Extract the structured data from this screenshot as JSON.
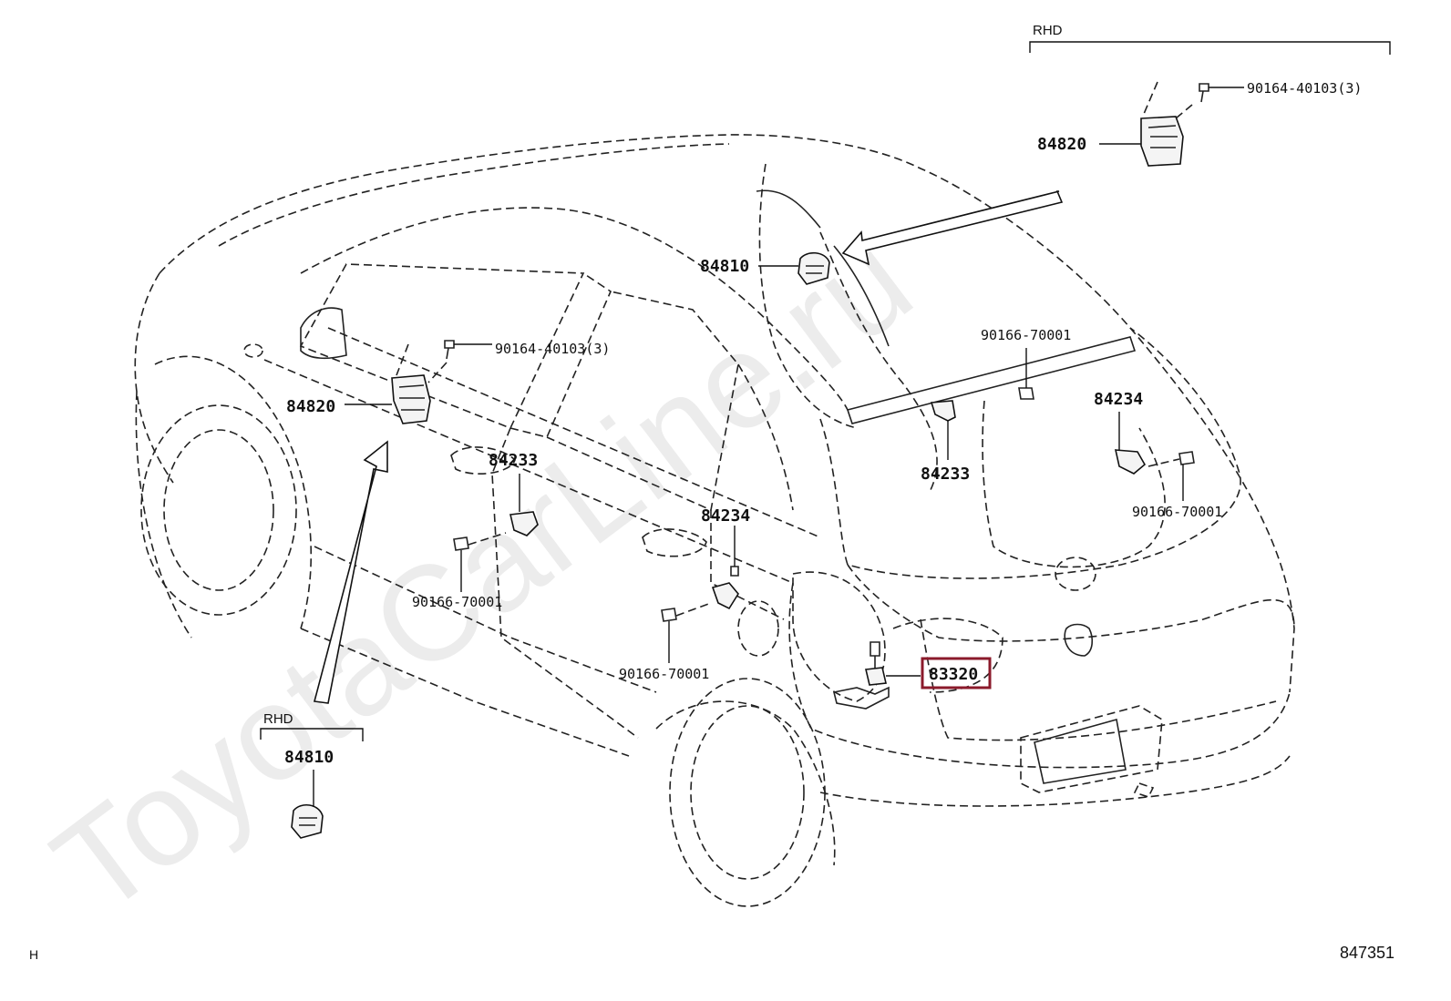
{
  "watermark": "ToyotaCarLine.ru",
  "corner_left": "H",
  "corner_right": "847351",
  "callouts": {
    "rhd_top": "RHD",
    "rhd_bottom": "RHD",
    "p_84820_top": "84820",
    "p_90164_top": "90164-40103(3)",
    "p_84810_mid": "84810",
    "p_90166_right_top": "90166-70001",
    "p_84234_right": "84234",
    "p_84233_right": "84233",
    "p_90166_right_bottom": "90166-70001",
    "p_90164_left": "90164-40103(3)",
    "p_84820_left": "84820",
    "p_84233_left": "84233",
    "p_84234_left": "84234",
    "p_90166_left": "90166-70001",
    "p_90166_bottom": "90166-70001",
    "p_83320": "83320",
    "p_84810_bottom": "84810"
  },
  "colors": {
    "highlight_box": "#8B1A2B",
    "line": "#222222"
  }
}
